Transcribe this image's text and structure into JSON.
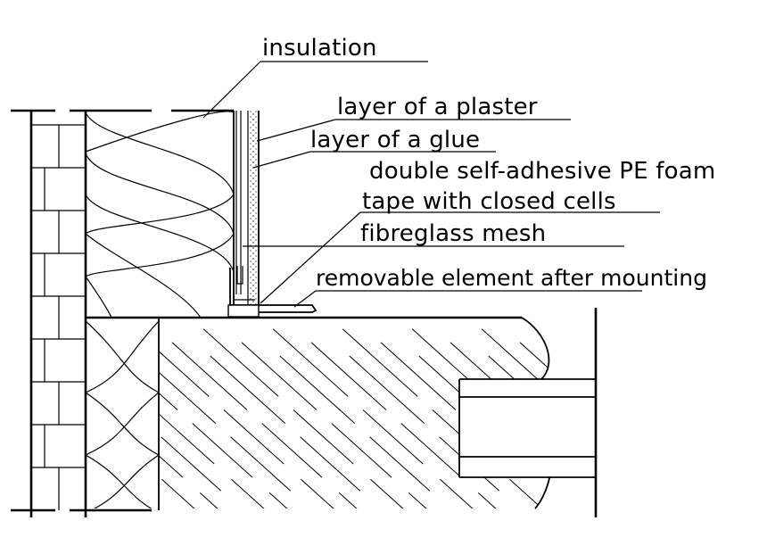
{
  "labels": {
    "insulation": "insulation",
    "plaster": "layer of a plaster",
    "glue": "layer of a glue",
    "foam_tape_line1": "double self-adhesive PE foam",
    "foam_tape_line2": "tape with closed cells",
    "mesh": "fibreglass mesh",
    "removable": "removable element after mounting"
  },
  "colors": {
    "ink": "#000000",
    "paper": "#ffffff"
  }
}
